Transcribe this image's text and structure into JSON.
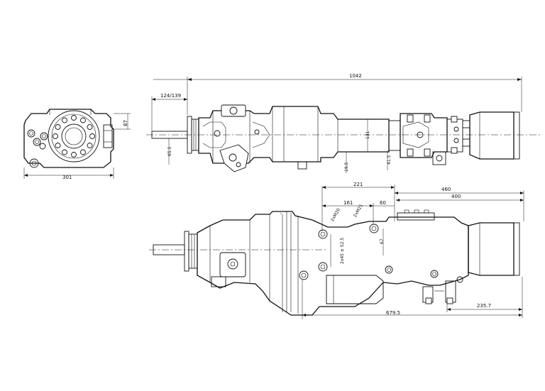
{
  "drawing": {
    "colors": {
      "line": "#111111",
      "background": "#ffffff"
    },
    "dimensions": {
      "total_length": "1042",
      "front_offset": "124/139",
      "end_width": "301",
      "end_height": "87",
      "shank_offset": "65.5",
      "center_height": "131",
      "lower_offset_a": "19.5",
      "lower_offset_b": "41.5",
      "side_221": "221",
      "side_161": "161",
      "side_60": "60",
      "side_460": "460",
      "side_400": "400",
      "bolt_a": "2xM20",
      "bolt_b": "2xM21",
      "hole_spacing": "2x45 ± 52.5",
      "side_67": "67",
      "bottom_679": "679.5",
      "bottom_235": "235.7"
    }
  }
}
